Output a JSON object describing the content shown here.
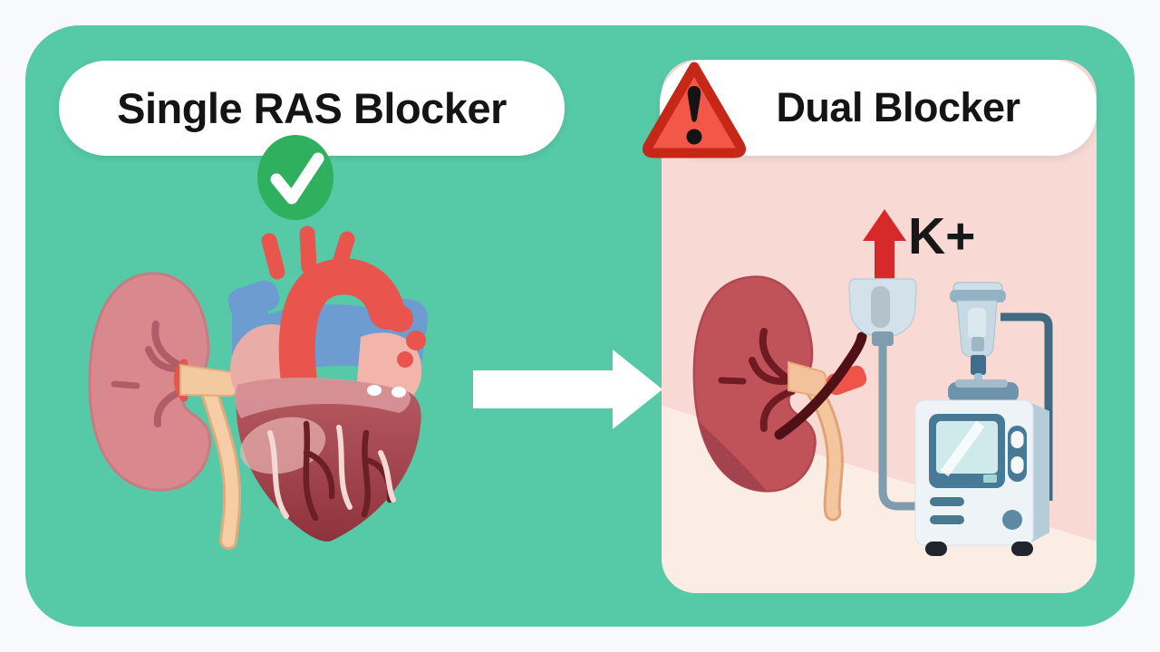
{
  "header": {
    "left_title": "Single RAS Blocker",
    "right_title": "Dual Blocker"
  },
  "labels": {
    "potassium": "K+"
  },
  "icons": {
    "left_status": "check-circle-icon",
    "right_status": "warning-triangle-icon",
    "transition": "arrow-right-icon",
    "potassium_trend": "arrow-up-icon",
    "left_illustration": [
      "kidney-icon",
      "heart-icon"
    ],
    "right_illustration": [
      "kidney-icon",
      "iv-bag-icon",
      "drip-chamber-icon",
      "iv-pole-icon",
      "dialysis-machine-icon"
    ]
  },
  "colors": {
    "outer_background": "#f7f9fa",
    "panel_teal": "#56c9a6",
    "panel_pink": "#f8d9d4",
    "panel_pink_light": "#fbece4",
    "pill_white": "#ffffff",
    "title_text": "#141414",
    "check_green": "#2fb05e",
    "warning_fill": "#f25747",
    "warning_border": "#c62717",
    "potassium_arrow": "#d7282a",
    "transition_arrow": "#ffffff"
  }
}
